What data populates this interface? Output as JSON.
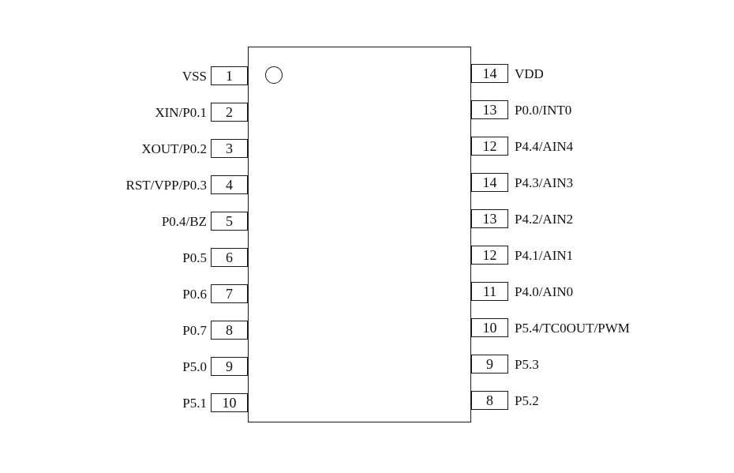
{
  "colors": {
    "line": "#1a1a1a",
    "background": "#ffffff"
  },
  "chip": {
    "pin1_indicator_icon": "circle-outline",
    "left_pins": [
      {
        "number": "1",
        "label": "VSS"
      },
      {
        "number": "2",
        "label": "XIN/P0.1"
      },
      {
        "number": "3",
        "label": "XOUT/P0.2"
      },
      {
        "number": "4",
        "label": "RST/VPP/P0.3"
      },
      {
        "number": "5",
        "label": "P0.4/BZ"
      },
      {
        "number": "6",
        "label": "P0.5"
      },
      {
        "number": "7",
        "label": "P0.6"
      },
      {
        "number": "8",
        "label": "P0.7"
      },
      {
        "number": "9",
        "label": "P5.0"
      },
      {
        "number": "10",
        "label": "P5.1"
      }
    ],
    "right_pins": [
      {
        "number": "14",
        "label": "VDD"
      },
      {
        "number": "13",
        "label": "P0.0/INT0"
      },
      {
        "number": "12",
        "label": "P4.4/AIN4"
      },
      {
        "number": "14",
        "label": "P4.3/AIN3"
      },
      {
        "number": "13",
        "label": "P4.2/AIN2"
      },
      {
        "number": "12",
        "label": "P4.1/AIN1"
      },
      {
        "number": "11",
        "label": "P4.0/AIN0"
      },
      {
        "number": "10",
        "label": "P5.4/TC0OUT/PWM"
      },
      {
        "number": "9",
        "label": "P5.3"
      },
      {
        "number": "8",
        "label": "P5.2"
      }
    ]
  }
}
